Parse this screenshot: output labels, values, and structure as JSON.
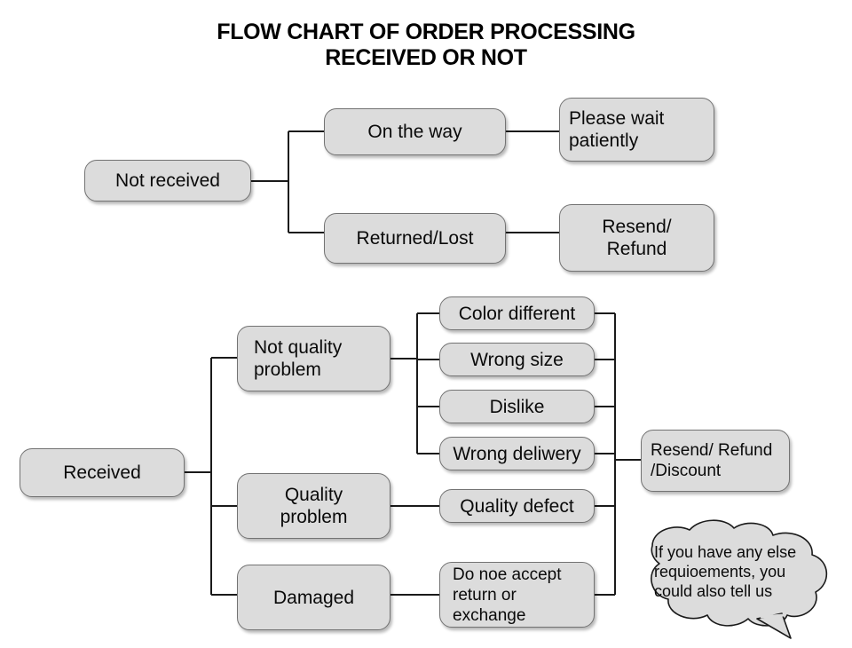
{
  "title": "FLOW CHART OF ORDER PROCESSING\nRECEIVED OR NOT",
  "colors": {
    "node_fill": "#dcdcdc",
    "node_border": "#737373",
    "connector": "#1a1a1a",
    "text": "#0a0a0a",
    "background": "#ffffff"
  },
  "chart_data": {
    "type": "diagram",
    "title": "FLOW CHART OF ORDER PROCESSING RECEIVED OR NOT",
    "orientation": "left-to-right tree",
    "sections": [
      {
        "name": "not-received-branch",
        "root": "Not received",
        "branches": [
          {
            "label": "On the way",
            "result": "Please wait patiently"
          },
          {
            "label": "Returned/Lost",
            "result": "Resend/\nRefund"
          }
        ]
      },
      {
        "name": "received-branch",
        "root": "Received",
        "branches": [
          {
            "label": "Not quality\nproblem",
            "reasons": [
              "Color different",
              "Wrong size",
              "Dislike",
              "Wrong deliwery"
            ]
          },
          {
            "label": "Quality\nproblem",
            "reasons": [
              "Quality defect"
            ]
          },
          {
            "label": "Damaged",
            "reasons": [
              "Do noe accept\nreturn or\nexchange"
            ]
          }
        ],
        "result": "Resend/ Refund\n/Discount"
      }
    ],
    "callout": "If you have any else\nrequioements, you\ncould also tell us"
  },
  "nodes": {
    "not_received": "Not received",
    "on_the_way": "On the way",
    "please_wait": "Please wait\npatiently",
    "returned_lost": "Returned/Lost",
    "resend_refund": "Resend/\nRefund",
    "received": "Received",
    "not_quality_problem": "Not quality\nproblem",
    "quality_problem": "Quality\nproblem",
    "damaged": "Damaged",
    "color_different": "Color different",
    "wrong_size": "Wrong size",
    "dislike": "Dislike",
    "wrong_deliwery": "Wrong deliwery",
    "quality_defect": "Quality defect",
    "do_not_accept": "Do noe accept\nreturn or\nexchange",
    "resend_refund_discount": "Resend/ Refund\n/Discount"
  },
  "callout": {
    "text": "If you have any else\nrequioements, you\ncould also tell us"
  }
}
